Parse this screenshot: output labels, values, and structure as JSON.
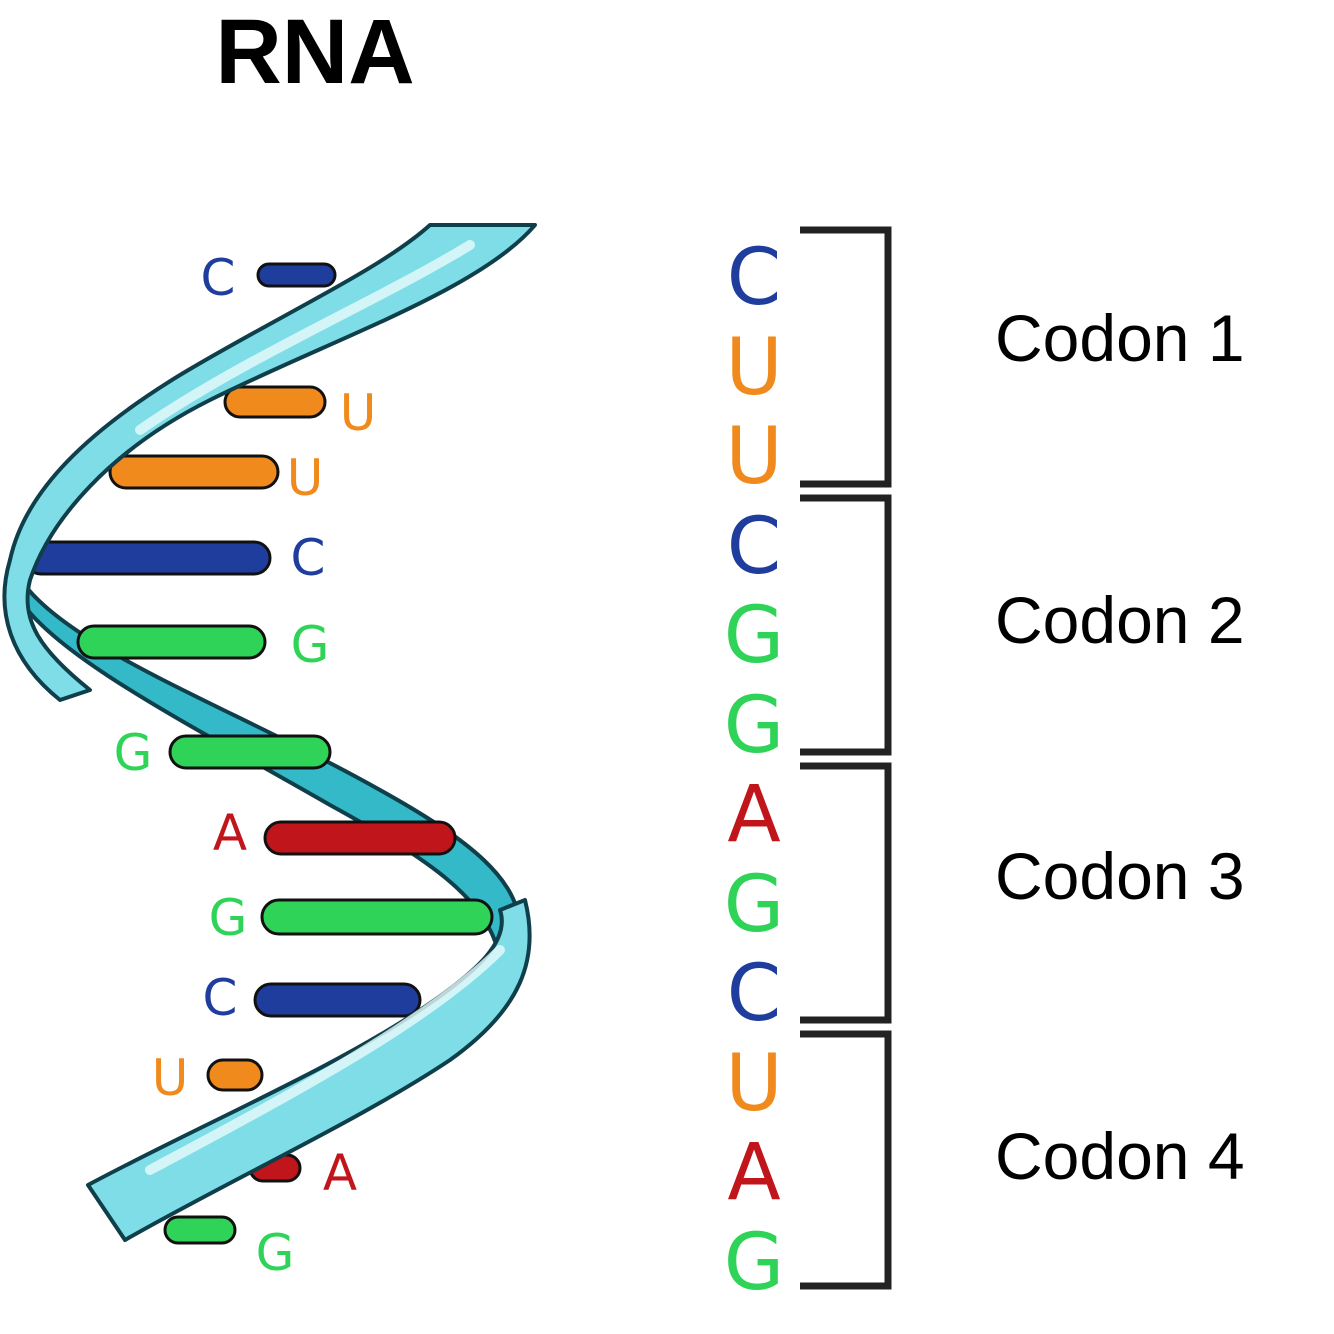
{
  "title": "RNA",
  "colors": {
    "C": "#1f3d9c",
    "U": "#f08a1c",
    "G": "#2fd357",
    "A": "#c0161b",
    "ribbon": "#7fdde7",
    "ribbon_dark": "#34b9c9",
    "bracket": "#222222"
  },
  "helix_bases": [
    "C",
    "U",
    "U",
    "C",
    "G",
    "G",
    "A",
    "G",
    "C",
    "U",
    "A",
    "G"
  ],
  "sequence": [
    "C",
    "U",
    "U",
    "C",
    "G",
    "G",
    "A",
    "G",
    "C",
    "U",
    "A",
    "G"
  ],
  "codons": [
    {
      "label": "Codon 1",
      "bases": [
        "C",
        "U",
        "U"
      ]
    },
    {
      "label": "Codon 2",
      "bases": [
        "C",
        "G",
        "G"
      ]
    },
    {
      "label": "Codon 3",
      "bases": [
        "A",
        "G",
        "C"
      ]
    },
    {
      "label": "Codon 4",
      "bases": [
        "U",
        "A",
        "G"
      ]
    }
  ]
}
